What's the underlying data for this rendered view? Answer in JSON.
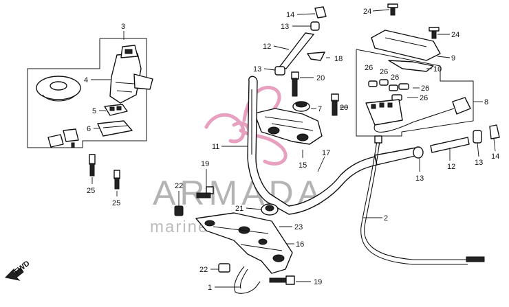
{
  "watermark": {
    "brand": "ARMADA",
    "tagline": "marine  boards",
    "logo_color": "#e8a0c0",
    "text_color": "#808080"
  },
  "direction_label": "FWD",
  "callouts": {
    "c1": "1",
    "c2": "2",
    "c3": "3",
    "c4": "4",
    "c5": "5",
    "c6": "6",
    "c7": "7",
    "c8": "8",
    "c9": "9",
    "c10": "10",
    "c11": "11",
    "c12a": "12",
    "c12b": "12",
    "c13a": "13",
    "c13b": "13",
    "c13c": "13",
    "c13d": "13",
    "c14a": "14",
    "c14b": "14",
    "c15": "15",
    "c16": "16",
    "c17": "17",
    "c18": "18",
    "c19a": "19",
    "c19b": "19",
    "c20a": "20",
    "c20b": "20",
    "c21": "21",
    "c22a": "22",
    "c22b": "22",
    "c23": "23",
    "c24a": "24",
    "c24b": "24",
    "c25a": "25",
    "c25b": "25",
    "c26a": "26",
    "c26b": "26",
    "c26c": "26",
    "c26d": "26",
    "c26e": "26"
  }
}
